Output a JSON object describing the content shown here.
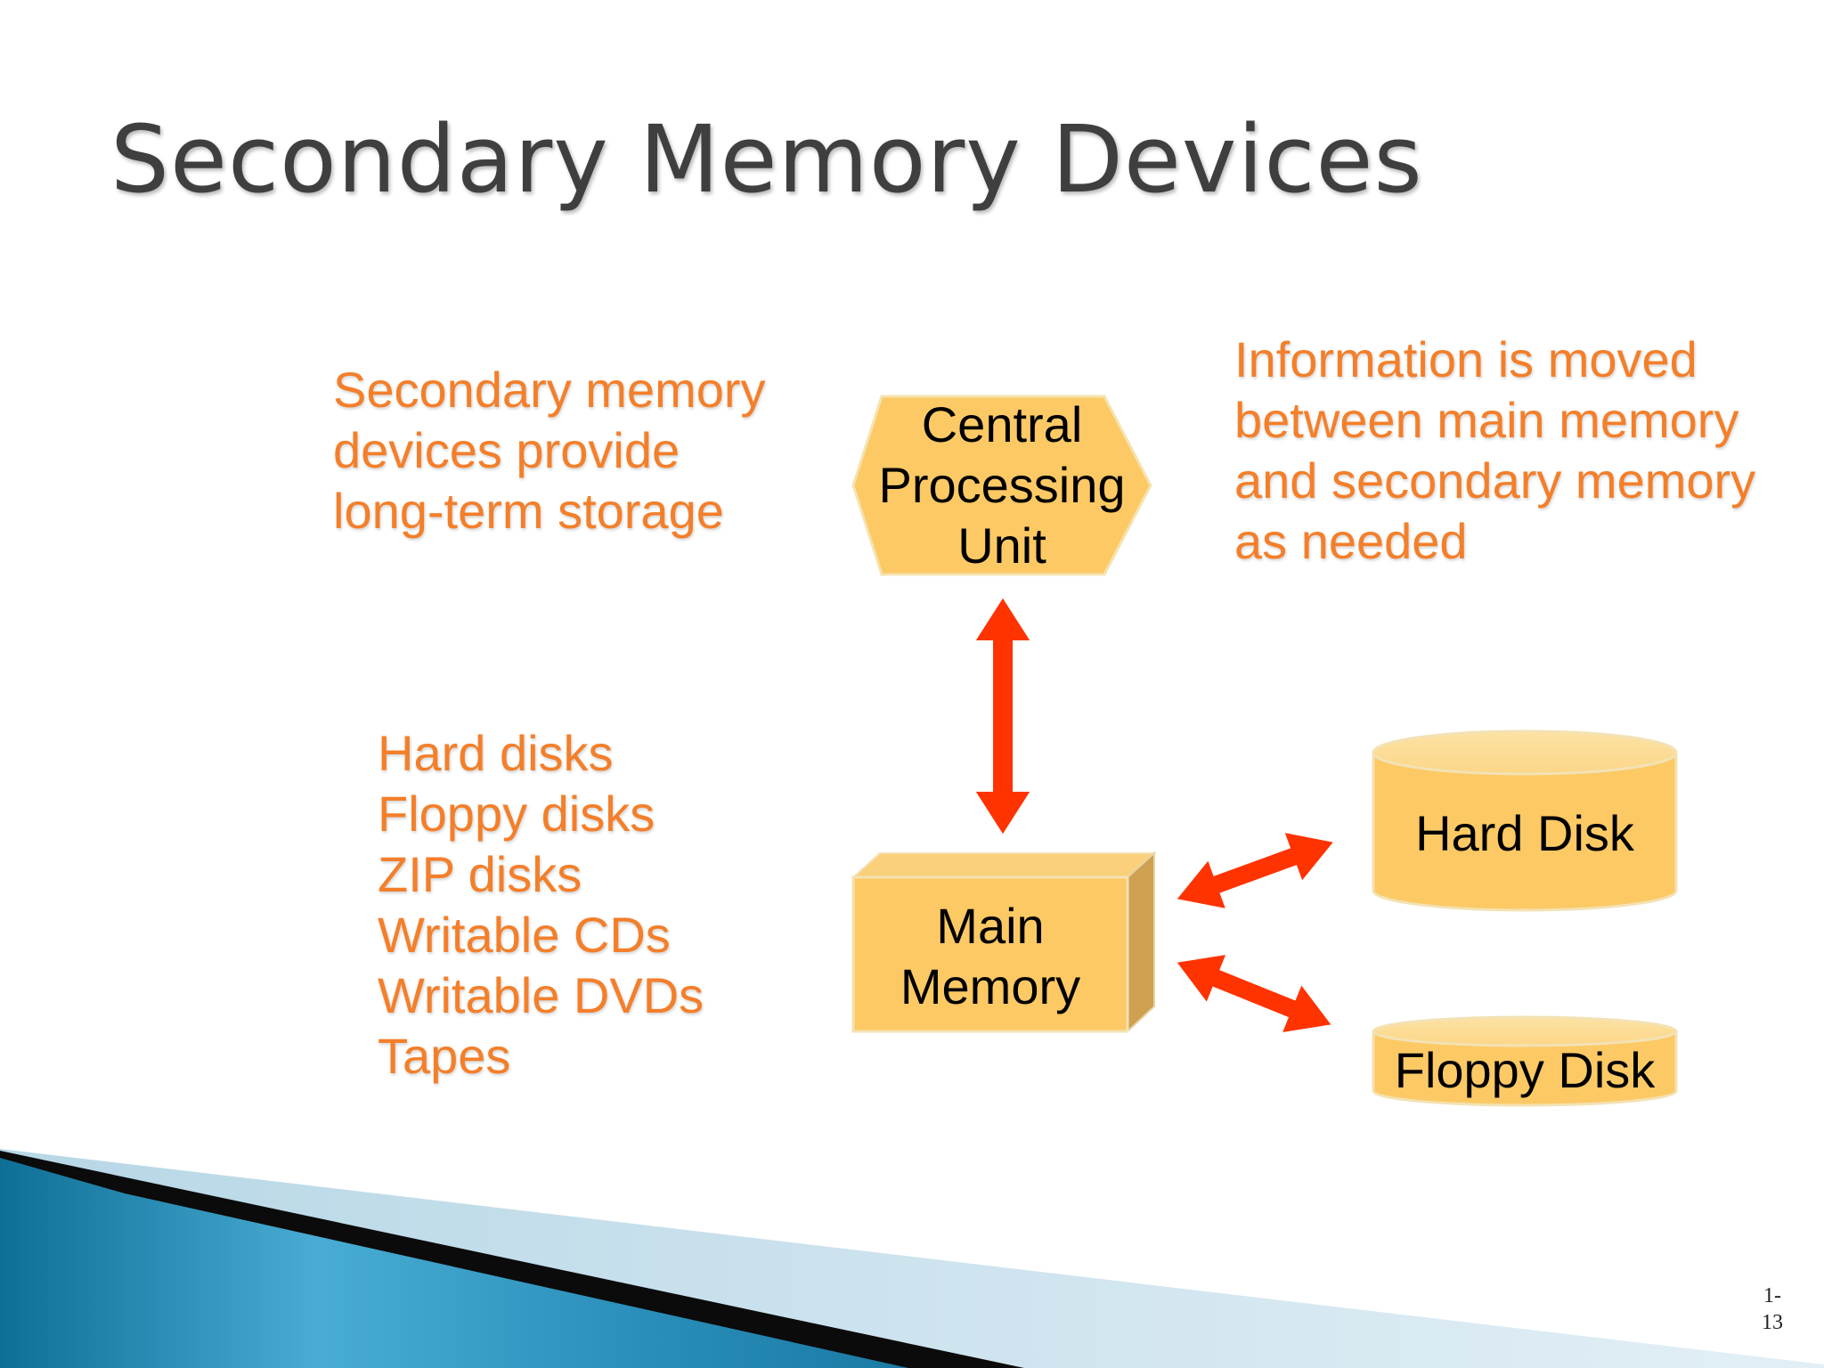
{
  "slide": {
    "title": "Secondary Memory Devices",
    "left_note": "Secondary memory\ndevices provide\nlong-term storage",
    "right_note": "Information is moved\nbetween main memory\nand secondary memory\nas needed",
    "storage_types": [
      "Hard disks",
      "Floppy disks",
      "ZIP disks",
      "Writable CDs",
      "Writable DVDs",
      "Tapes"
    ],
    "page_number": "1-\n13"
  },
  "diagram": {
    "cpu_label": "Central\nProcessing\nUnit",
    "main_memory_label": "Main\nMemory",
    "hard_disk_label": "Hard Disk",
    "floppy_disk_label": "Floppy Disk",
    "arrows": [
      "cpu-main-memory",
      "main-memory-hard-disk",
      "main-memory-floppy-disk"
    ]
  },
  "colors": {
    "title": "#3f3f3f",
    "orange_text": "#f47f2a",
    "shape_fill": "#fcc964",
    "shape_side": "#cfa050",
    "arrow": "#ff3300",
    "decor_blue": "#1d8fb8",
    "decor_black": "#0b0b0b"
  }
}
